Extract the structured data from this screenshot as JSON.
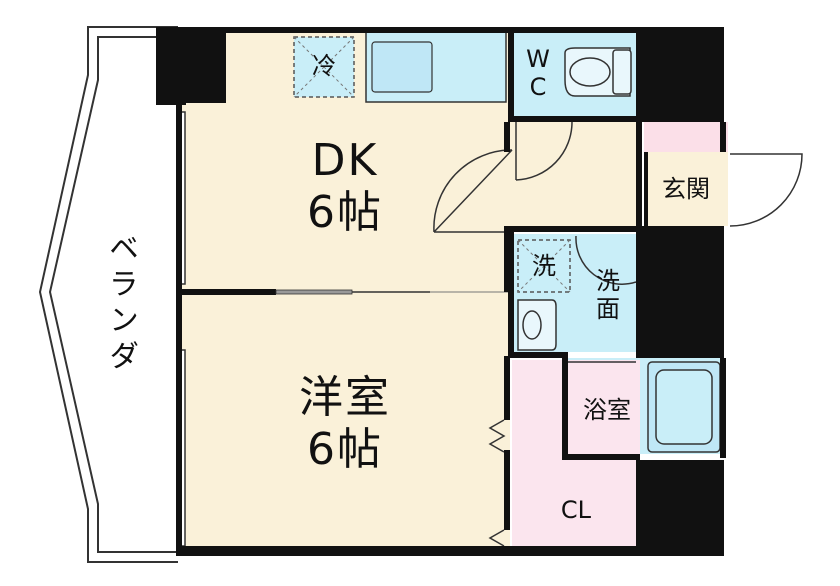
{
  "colors": {
    "wall": "#111111",
    "floor_main": "#faf1d9",
    "water_area": "#c9eef8",
    "fixture": "#bfe7f6",
    "closet": "#fbe5ee",
    "entry_pink": "#fbdfe8"
  },
  "rooms": {
    "dk": {
      "line1": "DK",
      "line2": "6帖"
    },
    "western": {
      "line1": "洋室",
      "line2": "6帖"
    },
    "balcony": "ベランダ",
    "wc": {
      "line1": "W",
      "line2": "C"
    },
    "entrance": "玄関",
    "washbasin": {
      "line1": "洗",
      "line2": "面"
    },
    "bathroom": "浴室",
    "closet": "CL"
  },
  "fixtures": {
    "fridge": "冷",
    "washer": "洗"
  }
}
